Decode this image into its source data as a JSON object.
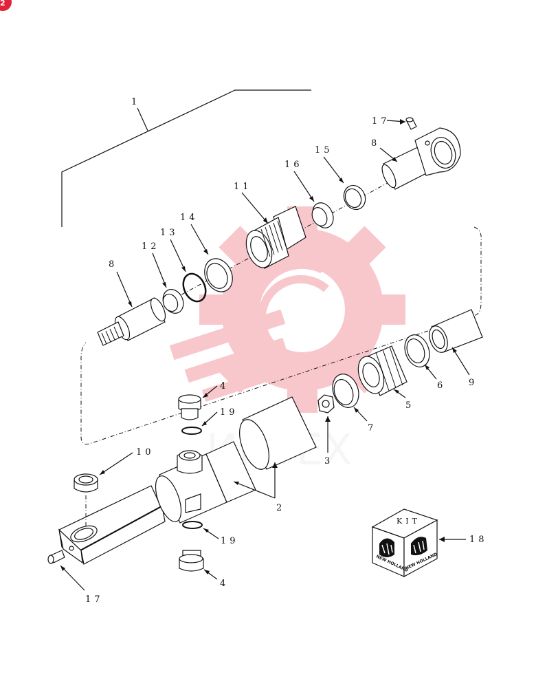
{
  "page_badge": "2",
  "watermark": {
    "text": "ИНТЕХ",
    "color": "#e8394a"
  },
  "labels": {
    "assembly": "1",
    "barrel": "2",
    "nut": "3",
    "plug_top": "4",
    "plug_bottom": "4",
    "piston": "5",
    "seal_6": "6",
    "seal_7": "7",
    "rod_end_eye": "8",
    "rod": "8",
    "bushing_9": "9",
    "bushing_10": "10",
    "gland": "11",
    "ring_12": "12",
    "oring_13": "13",
    "ring_14": "14",
    "ring_15": "15",
    "ring_16": "16",
    "grease_fitting_top": "17",
    "grease_fitting_bottom": "17",
    "kit": "18",
    "oring_top": "19",
    "oring_bottom": "19"
  },
  "kit_box": {
    "title": "KIT",
    "brand_left": "NEW HOLLAND",
    "brand_right": "NEW HOLLAND"
  }
}
